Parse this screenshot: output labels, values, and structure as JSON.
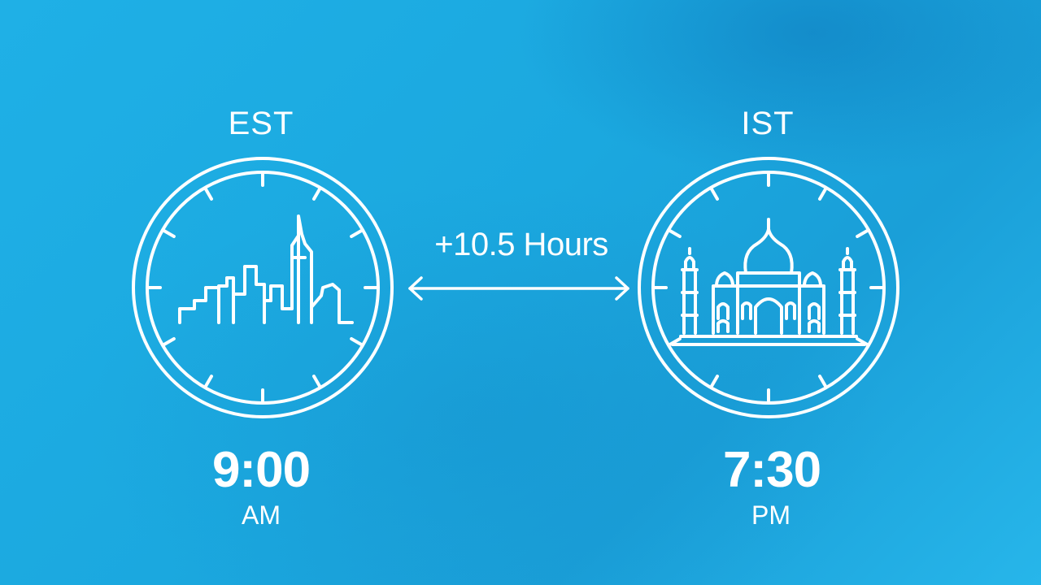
{
  "left_zone": {
    "label": "EST",
    "time": "9:00",
    "period": "AM",
    "illustration": "skyline-icon"
  },
  "right_zone": {
    "label": "IST",
    "time": "7:30",
    "period": "PM",
    "illustration": "taj-mahal-icon"
  },
  "offset": {
    "label": "+10.5 Hours",
    "arrow_icon": "double-arrow-icon"
  },
  "colors": {
    "background": "#1ba8df",
    "foreground": "#ffffff"
  }
}
